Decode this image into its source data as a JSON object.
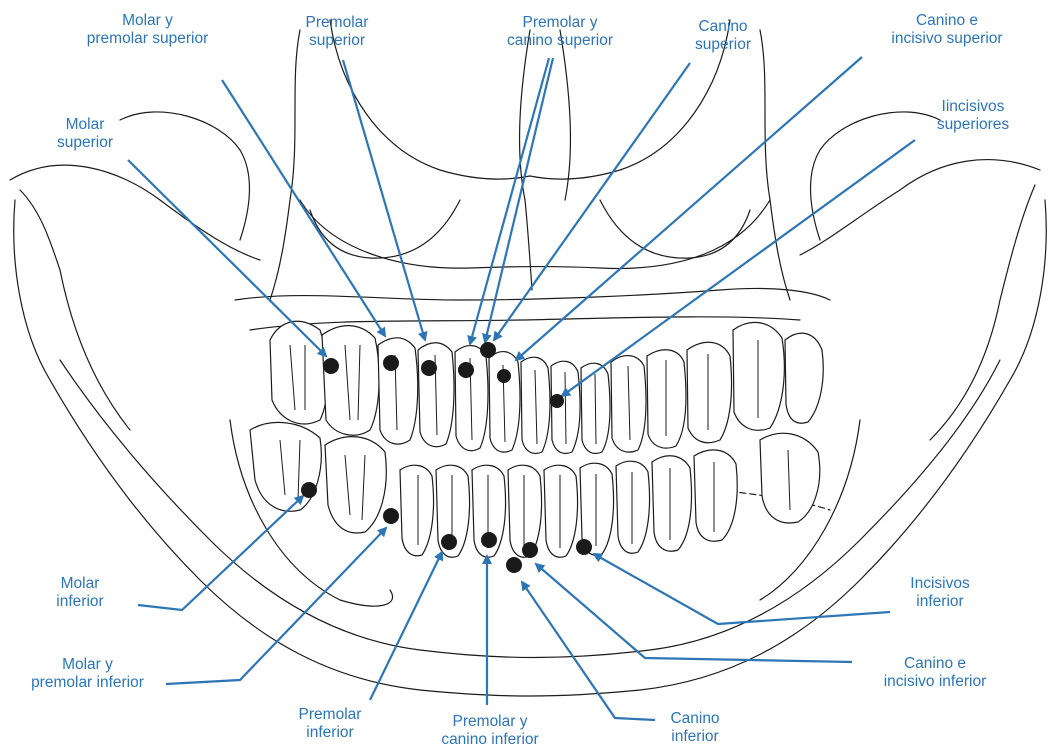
{
  "colors": {
    "label": "#2e75b6",
    "leader": "#2e75b6",
    "outline": "#1c1c1c",
    "dot": "#1a1a1a"
  },
  "labels": {
    "molar_premolar_superior": "Molar y\npremolar superior",
    "premolar_superior": "Premolar\nsuperior",
    "premolar_canino_superior": "Premolar y\ncanino superior",
    "canino_superior": "Canino\nsuperior",
    "canino_incisivo_superior": "Canino e\nincisivo superior",
    "molar_superior": "Molar\nsuperior",
    "incisivos_superiores": "Iincisivos\nsuperiores",
    "molar_inferior": "Molar\ninferior",
    "molar_premolar_inferior": "Molar y\npremolar inferior",
    "premolar_inferior": "Premolar\ninferior",
    "premolar_canino_inferior": "Premolar y\ncanino inferior",
    "canino_inferior": "Canino\ninferior",
    "canino_incisivo_inferior": "Canino e\nincisivo inferior",
    "incisivos_inferior": "Incisivos\ninferior"
  }
}
